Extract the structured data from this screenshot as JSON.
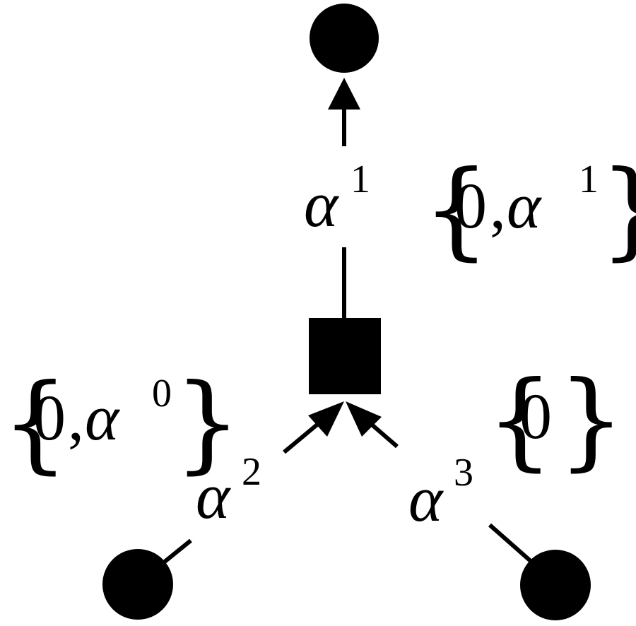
{
  "diagram": {
    "colors": {
      "ink": "#000000",
      "background": "#ffffff"
    },
    "nodes": {
      "top": {
        "shape": "circle"
      },
      "center": {
        "shape": "square"
      },
      "bottom_left": {
        "shape": "circle"
      },
      "bottom_right": {
        "shape": "circle"
      }
    },
    "edges": {
      "top": {
        "base": "α",
        "exponent": "1",
        "set": {
          "open": "{",
          "first": "0",
          "sep": ",",
          "second_base": "α",
          "second_exp": "1",
          "close": "}"
        }
      },
      "left": {
        "base": "α",
        "exponent": "2",
        "set": {
          "open": "{",
          "first": "0",
          "sep": ",",
          "second_base": "α",
          "second_exp": "0",
          "close": "}"
        }
      },
      "right": {
        "base": "α",
        "exponent": "3",
        "set": {
          "open": "{",
          "first": "0",
          "close": "}"
        }
      }
    }
  }
}
